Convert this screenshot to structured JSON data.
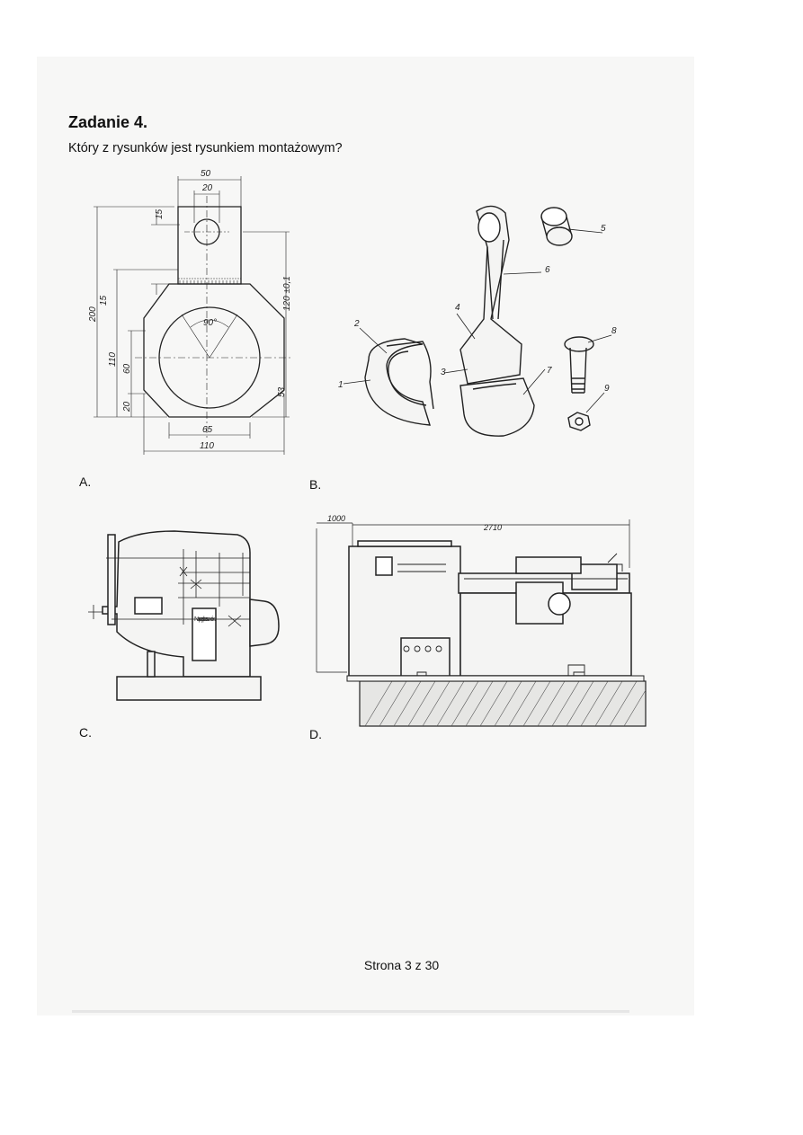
{
  "task": {
    "title": "Zadanie 4.",
    "question": "Który z rysunków jest rysunkiem montażowym?"
  },
  "figures": {
    "a": {
      "letter": "A.",
      "dims": {
        "d50": "50",
        "d20": "20",
        "d15a": "15",
        "d15b": "15",
        "d200": "200",
        "d110v": "110",
        "d60": "60",
        "d20b": "20",
        "d120": "120 ±0,1",
        "d53": "53",
        "d90": "90°",
        "d65": "65",
        "d110h": "110"
      }
    },
    "b": {
      "letter": "B.",
      "parts": [
        "1",
        "2",
        "3",
        "4",
        "5",
        "6",
        "7",
        "8",
        "9"
      ]
    },
    "c": {
      "letter": "C.",
      "label": "Napęd posu- wów."
    },
    "d": {
      "letter": "D.",
      "dims": {
        "d1000": "1000",
        "d2710": "2710"
      }
    }
  },
  "footer": {
    "page": "Strona 3 z 30"
  }
}
